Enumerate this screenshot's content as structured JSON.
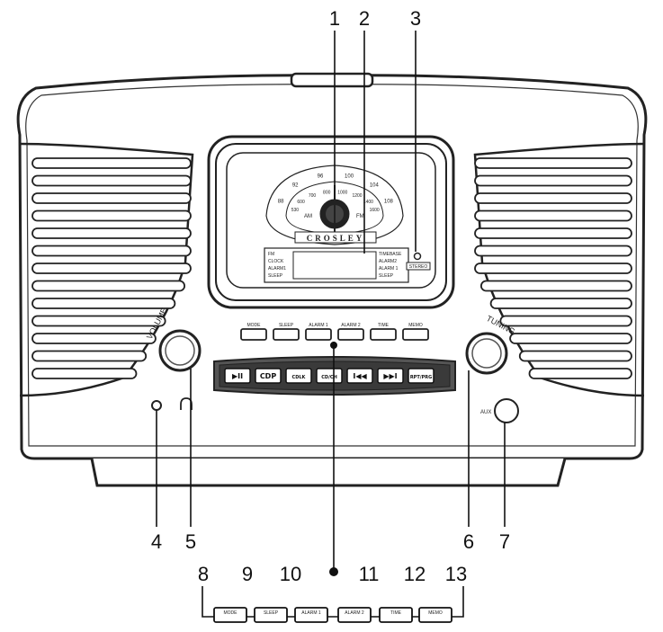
{
  "callouts": {
    "c1": "1",
    "c2": "2",
    "c3": "3",
    "c4": "4",
    "c5": "5",
    "c6": "6",
    "c7": "7",
    "c8": "8",
    "c9": "9",
    "c10": "10",
    "c11": "11",
    "c12": "12",
    "c13": "13"
  },
  "labels": {
    "brand": "CROSLEY",
    "volume": "VOLUME",
    "tuning": "TUNING",
    "aux": "AUX",
    "display_left": [
      "FM",
      "CLOCK",
      "ALARM1",
      "SLEEP"
    ],
    "display_right": [
      "TIMEBASE",
      "ALARM2",
      "ALARM 1",
      "SLEEP"
    ],
    "display_indicator": "STEREO",
    "dial_top": [
      "88",
      "92",
      "96",
      "100",
      "104",
      "108"
    ],
    "dial_bottom": [
      "530",
      "600",
      "700",
      "800",
      "1000",
      "1200",
      "1400",
      "1600"
    ],
    "dial_band_left": "AM",
    "dial_band_right": "FM"
  },
  "top_buttons": [
    "MODE",
    "SLEEP",
    "ALARM 1",
    "ALARM 2",
    "TIME",
    "MEMO"
  ],
  "bottom_buttons": [
    "▶II",
    "CDP",
    "CDLK",
    "CD/CH",
    "I◀◀",
    "▶▶I",
    "RPT/PRG"
  ],
  "legend_buttons": [
    "MODE",
    "SLEEP",
    "ALARM 1",
    "ALARM 2",
    "TIME",
    "MEMO"
  ]
}
